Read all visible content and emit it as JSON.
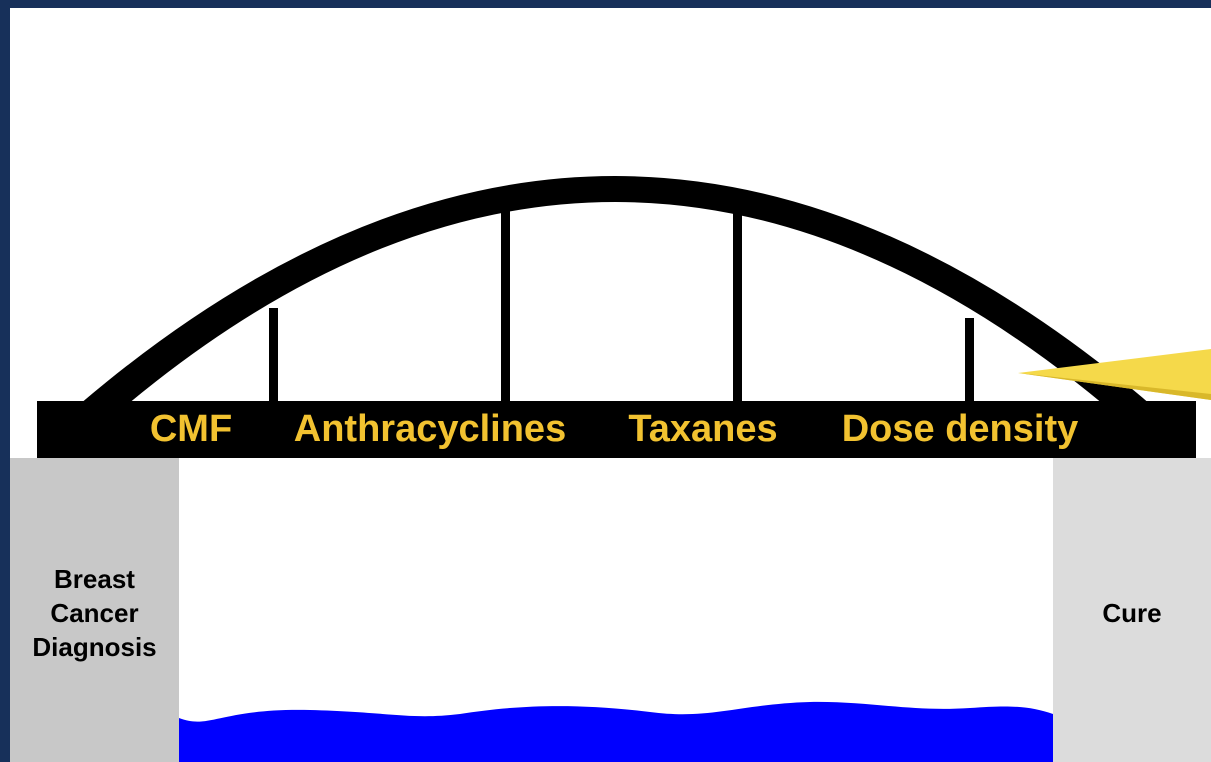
{
  "bridge": {
    "segments": [
      "CMF",
      "Anthracyclines",
      "Taxanes",
      "Dose density"
    ]
  },
  "pillars": {
    "left_label": "Breast\nCancer\nDiagnosis",
    "right_label": "Cure"
  },
  "colors": {
    "frame": "#17305a",
    "deck": "#000000",
    "segment_text": "#f2c230",
    "water": "#0000ff",
    "pointer": "#f5d94a",
    "left_pillar": "#c8c8c8",
    "right_pillar": "#dcdcdc"
  }
}
